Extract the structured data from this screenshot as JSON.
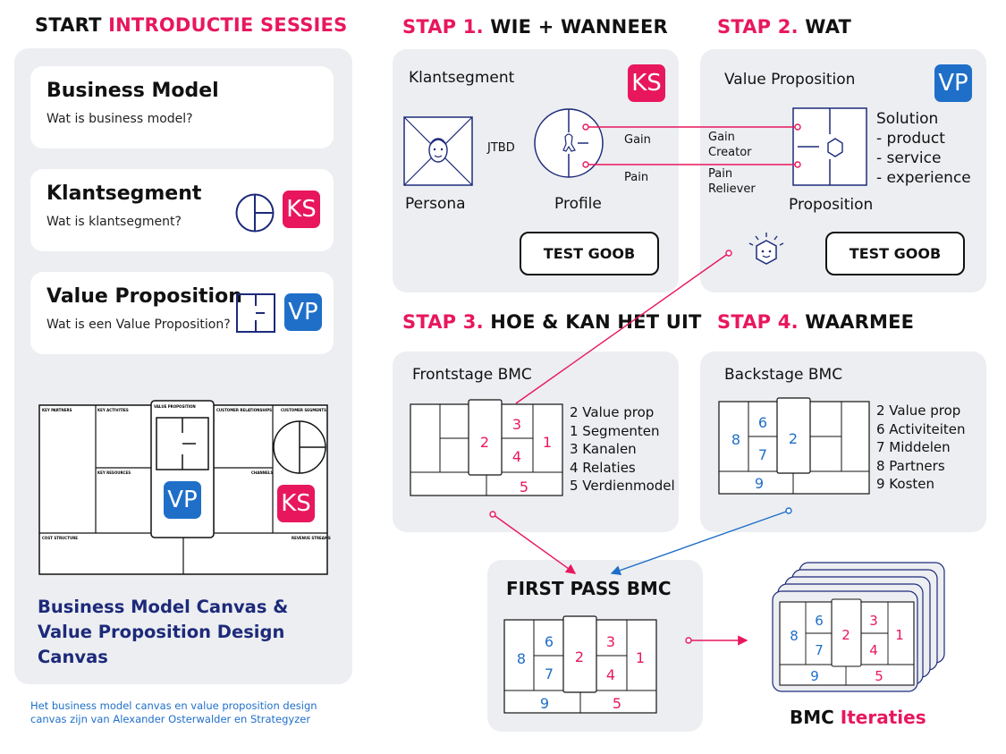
{
  "headers": {
    "start_prefix": "START",
    "start_highlight": "INTRODUCTIE SESSIES",
    "stap1_prefix": "STAP 1.",
    "stap1_text": "WIE + WANNEER",
    "stap2_prefix": "STAP 2.",
    "stap2_text": "WAT",
    "stap3_prefix": "STAP 3.",
    "stap3_text": "HOE & KAN HET UIT",
    "stap4_prefix": "STAP 4.",
    "stap4_text": "WAARMEE"
  },
  "intro": {
    "cards": [
      {
        "title": "Business Model",
        "subtitle": "Wat is business model?"
      },
      {
        "title": "Klantsegment",
        "subtitle": "Wat is klantsegment?",
        "badge": "KS"
      },
      {
        "title": "Value Proposition",
        "subtitle": "Wat is een Value Proposition?",
        "badge": "VP"
      }
    ],
    "canvas_title": "Business Model Canvas & Value Proposition Design Canvas",
    "canvas_title_lines": [
      "Business Model Canvas &",
      "Value Proposition Design",
      "Canvas"
    ],
    "canvas_labels": {
      "key_partners": "KEY PARTNERS",
      "key_activities": "KEY ACTIVITIES",
      "value_proposition": "VALUE PROPOSITION",
      "customer_relationships": "CUSTOMER RELATIONSHIPS",
      "customer_segments": "CUSTOMER SEGMENTS",
      "key_resources": "KEY RESOURCES",
      "channels": "CHANNELS",
      "cost_structure": "COST STRUCTURE",
      "revenue_streams": "REVENUE STREAMS"
    },
    "badge_vp": "VP",
    "badge_ks": "KS"
  },
  "credit_lines": [
    "Het business model canvas en value proposition design",
    "canvas zijn van Alexander Osterwalder en Strategyzer"
  ],
  "stap1": {
    "title": "Klantsegment",
    "badge": "KS",
    "persona": "Persona",
    "jtbd": "JTBD",
    "profile": "Profile",
    "gain": "Gain",
    "pain": "Pain",
    "button": "TEST GOOB"
  },
  "stap2": {
    "title": "Value Proposition",
    "badge": "VP",
    "gain_creator": [
      "Gain",
      "Creator"
    ],
    "pain_reliever": [
      "Pain",
      "Reliever"
    ],
    "proposition": "Proposition",
    "solution": [
      "Solution",
      "- product",
      "- service",
      "- experience"
    ],
    "button": "TEST GOOB"
  },
  "stap3": {
    "title": "Frontstage BMC",
    "items": [
      "2 Value prop",
      "1 Segmenten",
      "3 Kanalen",
      "4 Relaties",
      "5 Verdienmodel"
    ]
  },
  "stap4": {
    "title": "Backstage BMC",
    "items": [
      "2 Value prop",
      "6 Activiteiten",
      "7 Middelen",
      "8 Partners",
      "9 Kosten"
    ]
  },
  "first_pass": {
    "title": "FIRST PASS BMC"
  },
  "iteraties": {
    "prefix": "BMC",
    "highlight": "Iteraties"
  },
  "colors": {
    "red": "#e8175d",
    "blue": "#1f6fc9",
    "navy": "#1d2a7a",
    "panel": "#eceef1"
  }
}
